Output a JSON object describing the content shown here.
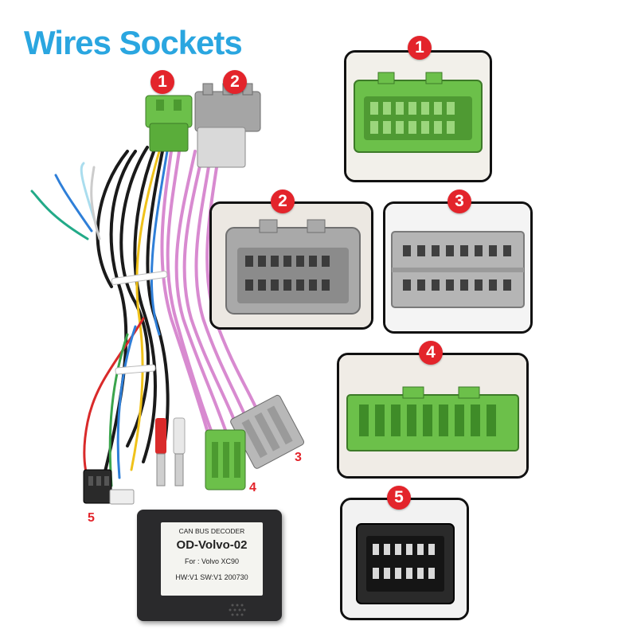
{
  "title": "Wires Sockets",
  "labels": {
    "main_1": "1",
    "main_2": "2",
    "main_3": "3",
    "main_4": "4",
    "main_5": "5"
  },
  "panels": [
    {
      "number": "1",
      "connector_color": "green"
    },
    {
      "number": "2",
      "connector_color": "gray"
    },
    {
      "number": "3",
      "connector_color": "gray"
    },
    {
      "number": "4",
      "connector_color": "green"
    },
    {
      "number": "5",
      "connector_color": "black"
    }
  ],
  "decoder": {
    "line1": "CAN BUS DECODER",
    "line2": "OD-Volvo-02",
    "line3": "For : Volvo  XC90",
    "line4": "HW:V1  SW:V1  200730"
  },
  "colors": {
    "title": "#2aa6e0",
    "badge": "#e3242b",
    "green_connector": "#6cc04a",
    "gray_connector": "#9a9a9a",
    "black_connector": "#2a2a2a",
    "pink_wire": "#d88ad0"
  }
}
